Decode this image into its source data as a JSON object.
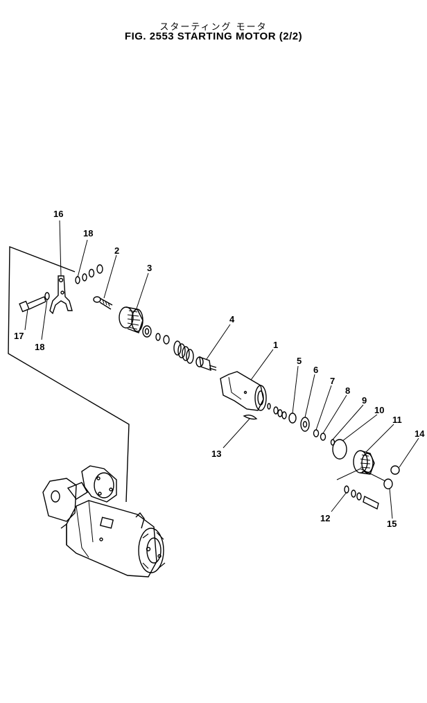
{
  "title_jp": "スターティング モータ",
  "title_en": "FIG. 2553  STARTING MOTOR (2/2)",
  "callouts": [
    {
      "label": "1"
    },
    {
      "label": "2"
    },
    {
      "label": "3"
    },
    {
      "label": "4"
    },
    {
      "label": "5"
    },
    {
      "label": "6"
    },
    {
      "label": "7"
    },
    {
      "label": "8"
    },
    {
      "label": "9"
    },
    {
      "label": "10"
    },
    {
      "label": "11"
    },
    {
      "label": "12"
    },
    {
      "label": "13"
    },
    {
      "label": "14"
    },
    {
      "label": "15"
    },
    {
      "label": "16"
    },
    {
      "label": "17"
    },
    {
      "label": "18"
    },
    {
      "label": "18"
    }
  ]
}
